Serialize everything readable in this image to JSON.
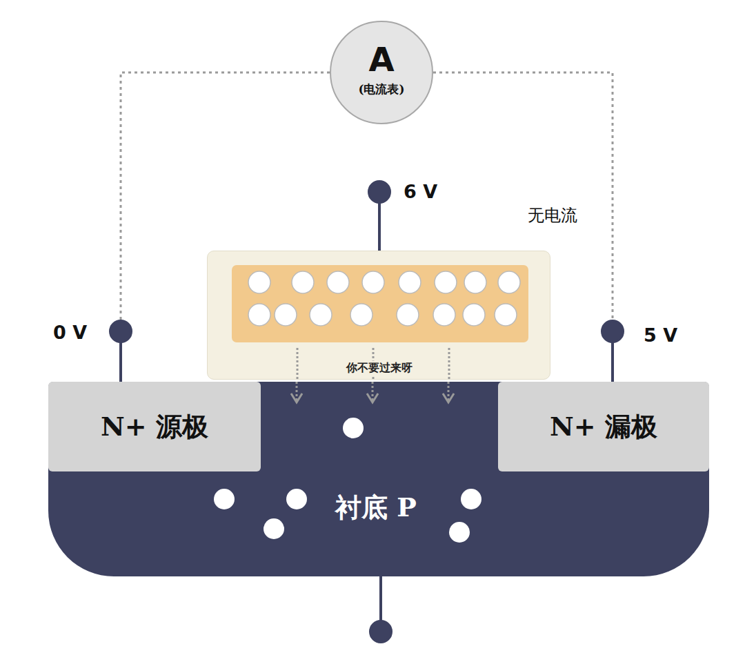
{
  "diagram": {
    "nodes": [
      {
        "text": [
          "A",
          "(电流表)"
        ]
      },
      {
        "text": [
          "你不要过来呀"
        ]
      },
      {
        "text": [
          "衬底 P"
        ]
      },
      {
        "text": [
          "N+ 源极"
        ],
        "in": 2
      },
      {
        "text": [
          "N+ 漏极"
        ],
        "in": 2
      }
    ],
    "edges": [
      {
        "from": 0,
        "to": 3,
        "arrow": "none"
      },
      {
        "from": 0,
        "to": 4,
        "arrow": "none"
      }
    ],
    "labels": [
      "6 V",
      "无电流",
      "0 V",
      "5 V"
    ]
  }
}
